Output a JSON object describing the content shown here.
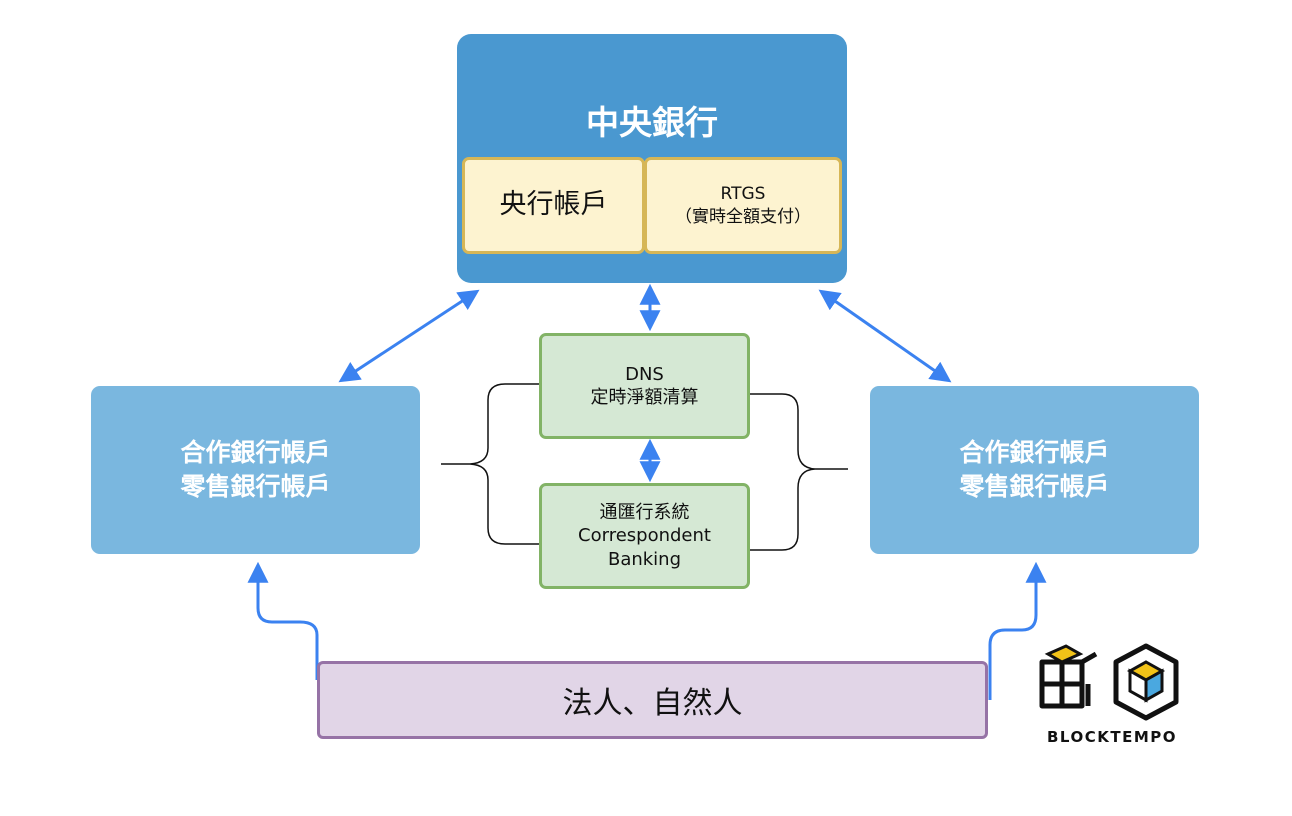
{
  "central_bank": {
    "title": "中央銀行",
    "account_label": "央行帳戶",
    "rtgs_line1": "RTGS",
    "rtgs_line2": "（實時全額支付）"
  },
  "left_bank": {
    "line1": "合作銀行帳戶",
    "line2": "零售銀行帳戶"
  },
  "right_bank": {
    "line1": "合作銀行帳戶",
    "line2": "零售銀行帳戶"
  },
  "dns": {
    "line1": "DNS",
    "line2": "定時淨額清算"
  },
  "correspondent": {
    "line1": "通匯行系統",
    "line2": "Correspondent",
    "line3": "Banking"
  },
  "people": {
    "label": "法人、自然人"
  },
  "logo": {
    "text": "BLOCKTEMPO"
  },
  "colors": {
    "arrow": "#3b82f0",
    "central": "#4a98d0",
    "bank": "#7ab7df",
    "yellow_fill": "#fdf3d0",
    "green_fill": "#d5e8d4",
    "purple_fill": "#e1d5e7"
  }
}
